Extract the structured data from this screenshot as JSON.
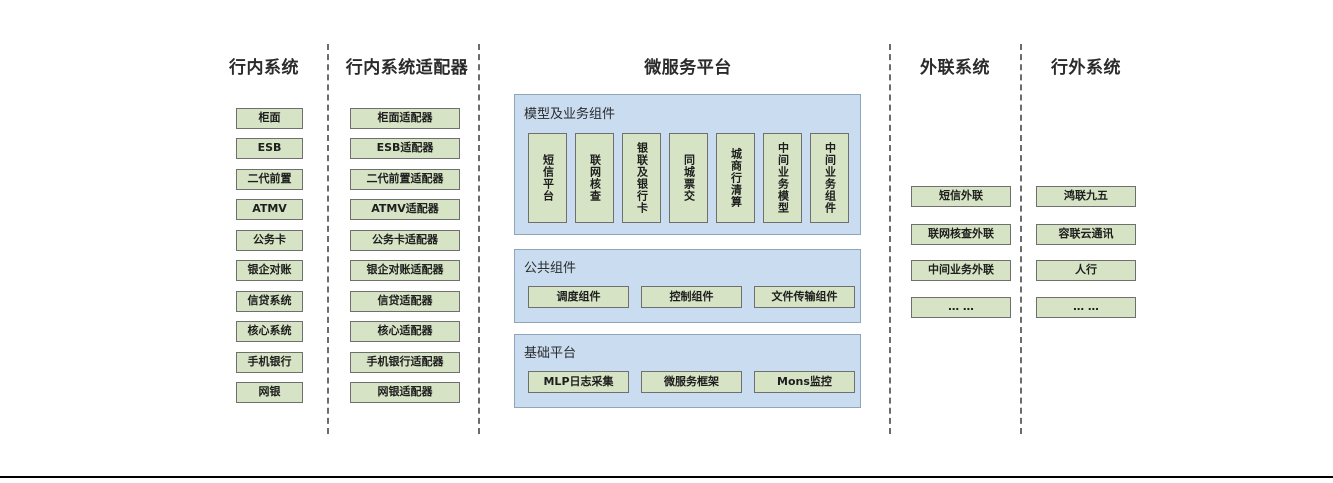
{
  "diagram": {
    "title_bar": null,
    "columns": [
      {
        "key": "inbank",
        "title": "行内系统",
        "items": [
          "柜面",
          "ESB",
          "二代前置",
          "ATMV",
          "公务卡",
          "银企对账",
          "信贷系统",
          "核心系统",
          "手机银行",
          "网银"
        ]
      },
      {
        "key": "adapter",
        "title": "行内系统适配器",
        "items": [
          "柜面适配器",
          "ESB适配器",
          "二代前置适配器",
          "ATMV适配器",
          "公务卡适配器",
          "银企对账适配器",
          "信贷适配器",
          "核心适配器",
          "手机银行适配器",
          "网银适配器"
        ]
      },
      {
        "key": "platform",
        "title": "微服务平台"
      },
      {
        "key": "external_link",
        "title": "外联系统",
        "items": [
          "短信外联",
          "联网核查外联",
          "中间业务外联",
          "… …"
        ]
      },
      {
        "key": "outbank",
        "title": "行外系统",
        "items": [
          "鸿联九五",
          "容联云通讯",
          "人行",
          "… …"
        ]
      }
    ],
    "platform_groups": [
      {
        "key": "model_business",
        "label": "模型及业务组件",
        "orientation": "vertical",
        "items": [
          "短信平台",
          "联网核查",
          "银联及银行卡",
          "同城票交",
          "城商行清算",
          "中间业务模型",
          "中间业务组件"
        ]
      },
      {
        "key": "public_components",
        "label": "公共组件",
        "orientation": "horizontal",
        "items": [
          "调度组件",
          "控制组件",
          "文件传输组件"
        ]
      },
      {
        "key": "base_platform",
        "label": "基础平台",
        "orientation": "horizontal",
        "items": [
          "MLP日志采集",
          "微服务框架",
          "Mons监控"
        ]
      }
    ],
    "colors": {
      "node_fill": "#d6e3c4",
      "node_border": "#6f6f6f",
      "panel_fill": "#c9dcf0",
      "panel_border": "#8ea5bb",
      "separator": "#6b6b6b",
      "text": "#1e1e1e",
      "background": "#ffffff"
    }
  }
}
